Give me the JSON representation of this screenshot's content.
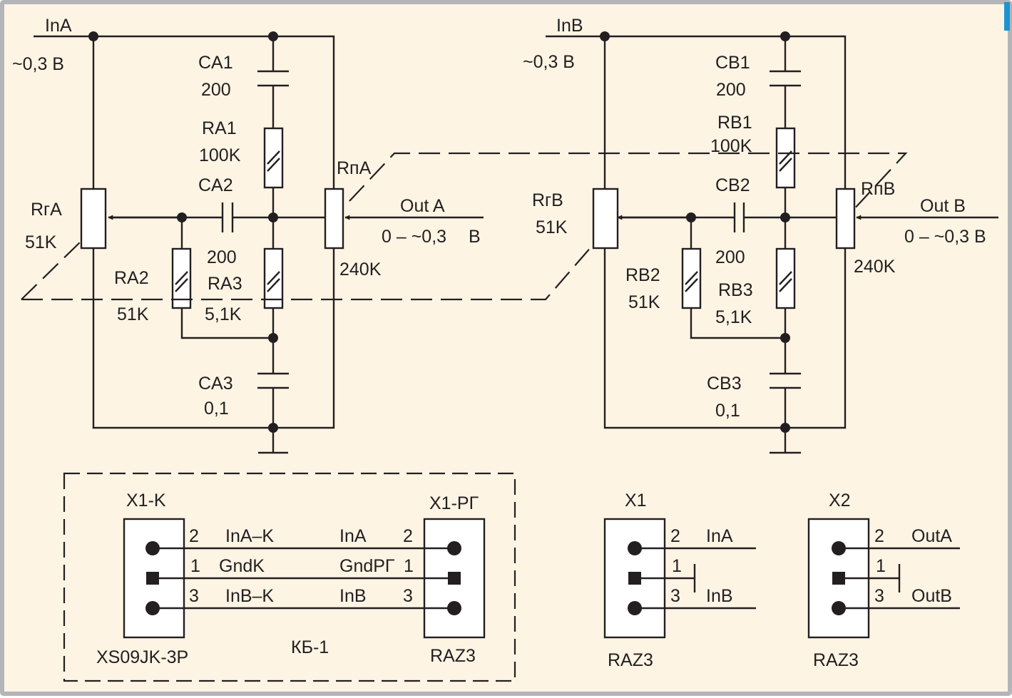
{
  "colors": {
    "background": "#fdf4e4",
    "ink": "#231f20",
    "border": "#b3b5b8"
  },
  "channel_a": {
    "input": "InA",
    "input_level": "~0,3 В",
    "ca1": {
      "ref": "CA1",
      "value": "200"
    },
    "ra1": {
      "ref": "RA1",
      "value": "100K"
    },
    "ca2": {
      "ref": "CA2",
      "value": "200"
    },
    "rpa": {
      "ref": "RпA",
      "value": "240K"
    },
    "output": "Out A",
    "output_range": "0 – ~0,3",
    "output_unit": "В",
    "rga": {
      "ref": "RгA",
      "value": "51K"
    },
    "ra2": {
      "ref": "RA2",
      "value": "51K"
    },
    "ra3": {
      "ref": "RA3",
      "value": "5,1K"
    },
    "ca3": {
      "ref": "CA3",
      "value": "0,1"
    }
  },
  "channel_b": {
    "input": "InB",
    "input_level": "~0,3 В",
    "cb1": {
      "ref": "CB1",
      "value": "200"
    },
    "rb1": {
      "ref": "RB1",
      "value": "100K"
    },
    "cb2": {
      "ref": "CB2",
      "value": "200"
    },
    "rpb": {
      "ref": "RпB",
      "value": "240K"
    },
    "output": "Out B",
    "output_range": "0 – ~0,3 В",
    "rgb": {
      "ref": "RгB",
      "value": "51K"
    },
    "rb2": {
      "ref": "RB2",
      "value": "51K"
    },
    "rb3": {
      "ref": "RB3",
      "value": "5,1K"
    },
    "cb3": {
      "ref": "CB3",
      "value": "0,1"
    }
  },
  "cable": {
    "left_connector": "X1-K",
    "left_part": "XS09JK-3P",
    "right_connector": "X1-РГ",
    "right_part": "RAZ3",
    "cable_name": "КБ-1",
    "pin_2_left": "2",
    "pin_1_left": "1",
    "pin_3_left": "3",
    "pin_2_right": "2",
    "pin_1_right": "1",
    "pin_3_right": "3",
    "wire_2_left": "InA–K",
    "wire_1_left": "GndK",
    "wire_3_left": "InB–K",
    "wire_2_right": "InA",
    "wire_1_right": "GndРГ",
    "wire_3_right": "InB"
  },
  "x1": {
    "title": "X1",
    "part": "RAZ3",
    "pin_2": "2",
    "pin_1": "1",
    "pin_3": "3",
    "sig_2": "InA",
    "sig_3": "InB"
  },
  "x2": {
    "title": "X2",
    "part": "RAZ3",
    "pin_2": "2",
    "pin_1": "1",
    "pin_3": "3",
    "sig_2": "OutA",
    "sig_3": "OutB"
  }
}
